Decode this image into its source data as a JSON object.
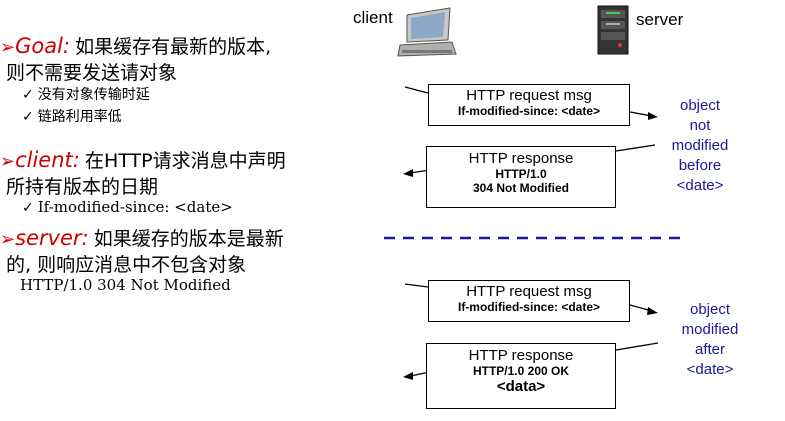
{
  "left": {
    "goal": {
      "keyword": "Goal:",
      "text1": "如果缓存有最新的版本,",
      "text2": "则不需要发送请对象",
      "bullets": [
        "没有对象传输时延",
        "链路利用率低"
      ]
    },
    "client": {
      "keyword": "client:",
      "text1": "在HTTP请求消息中声明",
      "text2": "所持有版本的日期",
      "bullets": [
        "If-modified-since: <date>"
      ]
    },
    "server": {
      "keyword": "server:",
      "text1": "如果缓存的版本是最新",
      "text2": "的, 则响应消息中不包含对象",
      "line": "HTTP/1.0 304 Not Modified"
    }
  },
  "diagram": {
    "client_label": "client",
    "server_label": "server",
    "top": {
      "request": {
        "line1": "HTTP request msg",
        "line2": "If-modified-since: <date>"
      },
      "response": {
        "line1": "HTTP response",
        "line2": "HTTP/1.0",
        "line3": "304 Not Modified"
      },
      "note": [
        "object",
        "not",
        "modified",
        "before",
        "<date>"
      ]
    },
    "bottom": {
      "request": {
        "line1": "HTTP request msg",
        "line2": "If-modified-since: <date>"
      },
      "response": {
        "line1": "HTTP response",
        "line2": "HTTP/1.0 200 OK",
        "line3": "<data>"
      },
      "note": [
        "object",
        "modified",
        "after",
        "<date>"
      ]
    }
  },
  "colors": {
    "keyword": "#cc0000",
    "note": "#1a1a99",
    "separator": "#1a1a99"
  }
}
